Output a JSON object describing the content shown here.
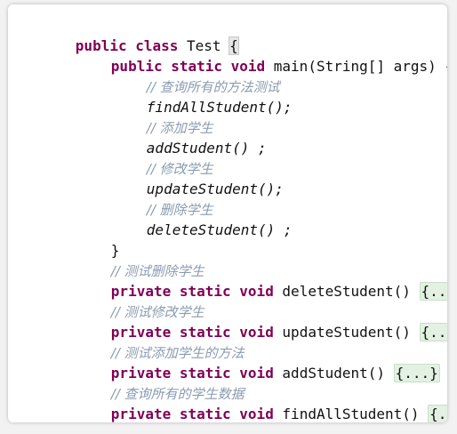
{
  "code": {
    "class_decl": {
      "kw": "public class",
      "name": "Test",
      "brace": "{"
    },
    "main_decl": {
      "kw": "public static void",
      "sig": "main(String[] args) {"
    },
    "body": [
      {
        "comment": "// 查询所有的方法测试",
        "call": "findAllStudent();"
      },
      {
        "comment": "// 添加学生",
        "call": "addStudent() ;"
      },
      {
        "comment": "// 修改学生",
        "call": "updateStudent();"
      },
      {
        "comment": "// 删除学生",
        "call": "deleteStudent() ;"
      }
    ],
    "main_close": "}",
    "methods": [
      {
        "comment": "// 测试删除学生",
        "kw": "private static void",
        "sig": "deleteStudent()",
        "folded": "{...}"
      },
      {
        "comment": "// 测试修改学生",
        "kw": "private static void",
        "sig": "updateStudent()",
        "folded": "{...}"
      },
      {
        "comment": "// 测试添加学生的方法",
        "kw": "private static void",
        "sig": "addStudent()",
        "folded": "{...}"
      },
      {
        "comment": "// 查询所有的学生数据",
        "kw": "private static void",
        "sig": "findAllStudent()",
        "folded": "{...}"
      }
    ],
    "class_close": "}"
  },
  "colors": {
    "keyword": "#7f0055",
    "comment": "#8a9bb0",
    "fold_bg": "#e3f1e3"
  }
}
